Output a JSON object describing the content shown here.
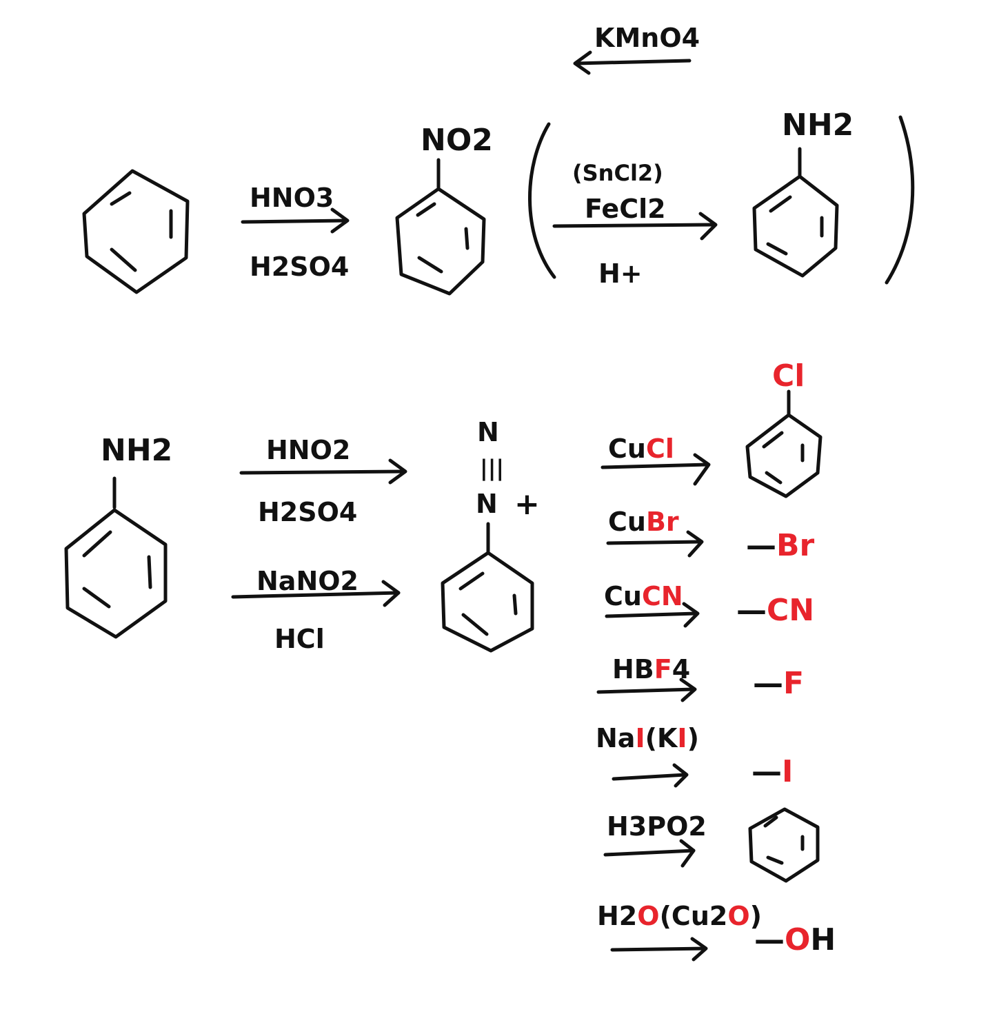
{
  "colors": {
    "ink": "#111111",
    "highlight": "#e8242c",
    "background": "#ffffff"
  },
  "labels": {
    "kmno4": "KMnO4",
    "no2_group": "NO2",
    "nh2_top": "NH2",
    "hno3": "HNO3",
    "h2so4_top": "H2SO4",
    "sncl2": "(SnCl2)",
    "fecl2": "FeCl2",
    "h_plus": "H+",
    "nh2_bottom": "NH2",
    "hno2": "HNO2",
    "h2so4_bottom": "H2SO4",
    "nano2": "NaNO2",
    "hcl": "HCl",
    "diazo_n_top": "N",
    "diazo_bond": "|||",
    "diazo_n_bottom": "N",
    "diazo_charge": "+"
  },
  "sandmeyer": {
    "cucl": {
      "prefix": "Cu",
      "red": "Cl",
      "suffix": ""
    },
    "cl_sub": "Cl",
    "cubr": {
      "prefix": "Cu",
      "red": "Br",
      "suffix": ""
    },
    "br_sub": {
      "dash": "—",
      "red": "Br"
    },
    "cucn": {
      "prefix": "Cu",
      "red": "CN",
      "suffix": ""
    },
    "cn_sub": {
      "dash": "—",
      "red": "CN"
    },
    "hbf4": {
      "prefix": "HB",
      "red": "F",
      "suffix": "4"
    },
    "f_sub": {
      "dash": "—",
      "red": "F"
    },
    "nai": {
      "prefix": "Na",
      "red": "I",
      "mid": "(K",
      "red2": "I",
      "suffix": ")"
    },
    "i_sub": {
      "dash": "—",
      "red": "I"
    },
    "h3po2": "H3PO2",
    "h2o": {
      "prefix": "H2",
      "red": "O",
      "mid": "(Cu2",
      "red2": "O",
      "suffix": ")"
    },
    "oh_sub": {
      "dash": "—",
      "red": "O",
      "suffix": "H"
    }
  }
}
